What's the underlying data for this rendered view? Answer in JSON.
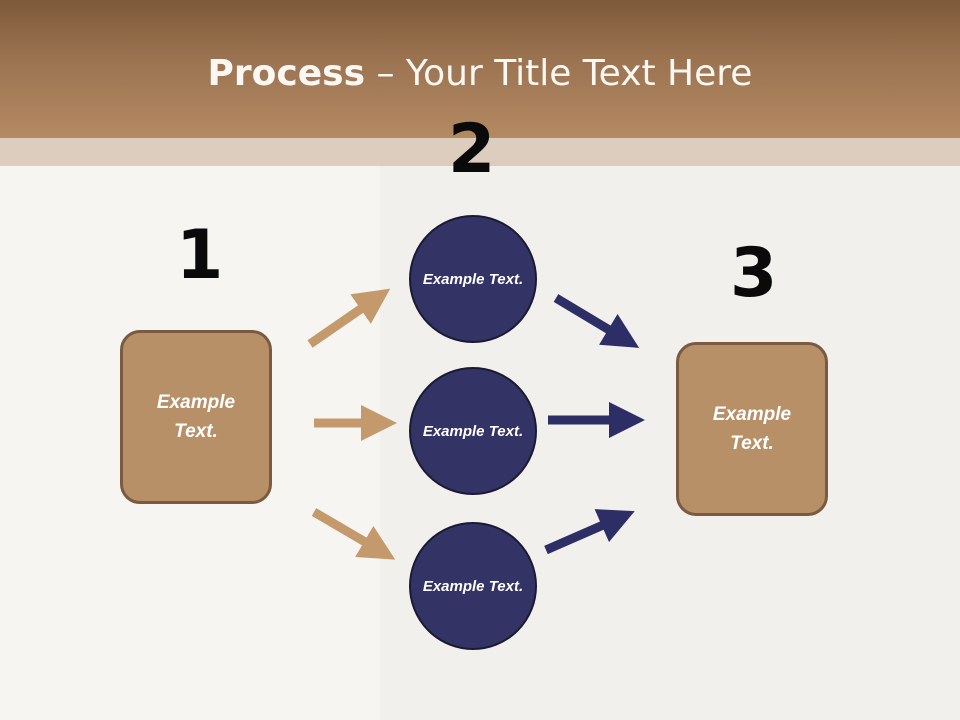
{
  "title": {
    "bold": "Process",
    "rest": " – Your Title Text Here"
  },
  "steps": {
    "one": "1",
    "two": "2",
    "three": "3"
  },
  "left_box": {
    "text": "Example Text."
  },
  "circles": [
    {
      "text": "Example Text."
    },
    {
      "text": "Example Text."
    },
    {
      "text": "Example Text."
    }
  ],
  "right_box": {
    "text": "Example Text."
  },
  "colors": {
    "header": "#9c7452",
    "box_fill": "#b89068",
    "box_border": "#7a5a40",
    "circle_fill": "#333366",
    "arrow_brown": "#c49a6c",
    "arrow_navy": "#2e2e66"
  }
}
